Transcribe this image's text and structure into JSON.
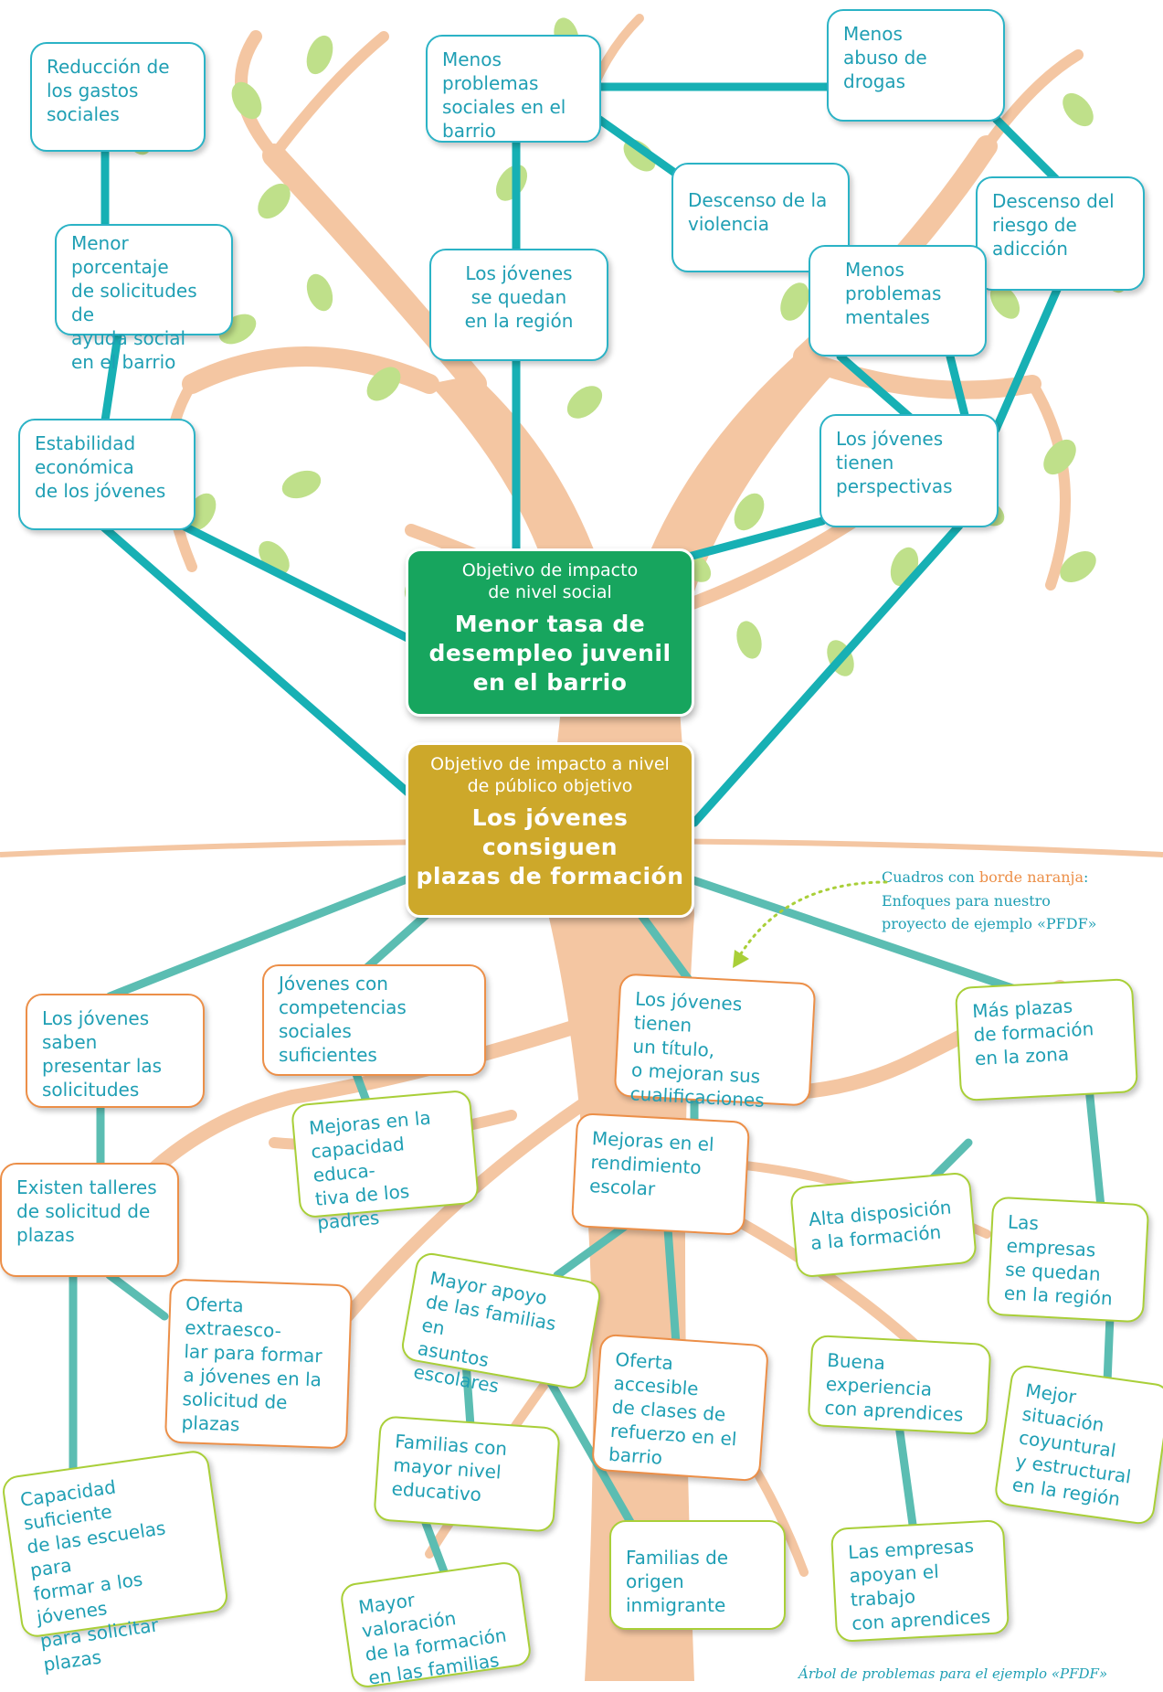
{
  "colors": {
    "teal": "#2bb3c6",
    "orange": "#ec8f48",
    "green": "#a9cf38",
    "social_goal": "#17a55e",
    "target_goal": "#cda82a",
    "tree": "#f4c6a2",
    "leaf": "#bfe08a"
  },
  "core": {
    "social": {
      "sub": "Objetivo de impacto\nde nivel social",
      "main": "Menor tasa de\ndesempleo juvenil\nen el barrio"
    },
    "target": {
      "sub": "Objetivo de impacto a nivel\nde público objetivo",
      "main": "Los jóvenes\nconsiguen\nplazas de formación"
    }
  },
  "upper": {
    "gastos": "Reducción de\nlos gastos\nsociales",
    "menos_problemas_sociales": "Menos problemas\nsociales en el\nbarrio",
    "drogas": "Menos\nabuso de drogas",
    "violencia": "Descenso de la\nviolencia",
    "riesgo": "Descenso del\nriesgo de\nadicción",
    "ayuda_social": "Menor porcentaje\nde solicitudes de\nayuda social\nen el barrio",
    "region": "Los jóvenes\nse quedan\nen la región",
    "mentales": "Menos\nproblemas\nmentales",
    "estabilidad": "Estabilidad\neconómica\nde los jóvenes",
    "perspectivas": "Los jóvenes\ntienen\nperspectivas"
  },
  "lower": {
    "saben": "Los jóvenes saben\npresentar las\nsolicitudes",
    "competencias": "Jóvenes con\ncompetencias sociales\nsuficientes",
    "titulo": "Los jóvenes tienen\nun título,\no mejoran sus\ncualificaciones",
    "mas_plazas": "Más plazas\nde formación\nen la zona",
    "capacidad_padres": "Mejoras en la\ncapacidad educa-\ntiva de los padres",
    "rendimiento": "Mejoras en el\nrendimiento\nescolar",
    "talleres": "Existen talleres\nde solicitud de\nplazas",
    "disposicion": "Alta disposición\na la formación",
    "empresas_quedan": "Las empresas\nse quedan\nen la región",
    "oferta_extra": "Oferta extraesco-\nlar para formar\na jóvenes en la\nsolicitud de\nplazas",
    "apoyo_familias": "Mayor apoyo\nde las familias en\nasuntos escolares",
    "oferta_refuerzo": "Oferta accesible\nde clases de\nrefuerzo en el\nbarrio",
    "experiencia": "Buena experiencia\ncon aprendices",
    "coyuntural": "Mejor situación\ncoyuntural\ny estructural\nen la región",
    "familias_nivel": "Familias con\nmayor nivel\neducativo",
    "capacidad_escuelas": "Capacidad\nsuficiente\nde las escuelas para\nformar a los jóvenes\npara solicitar plazas",
    "inmigrante": "Familias de\norigen inmigrante",
    "empresas_apoyan": "Las empresas\napoyan el trabajo\ncon aprendices",
    "valoracion": "Mayor valoración\nde la formación\nen las familias"
  },
  "callout": {
    "prefix": "Cuadros con ",
    "highlight": "borde naranja",
    "suffix": ":",
    "line2": "Enfoques para nuestro",
    "line3": "proyecto de ejemplo «PFDF»"
  },
  "footer": "Árbol de problemas para el ejemplo «PFDF»"
}
